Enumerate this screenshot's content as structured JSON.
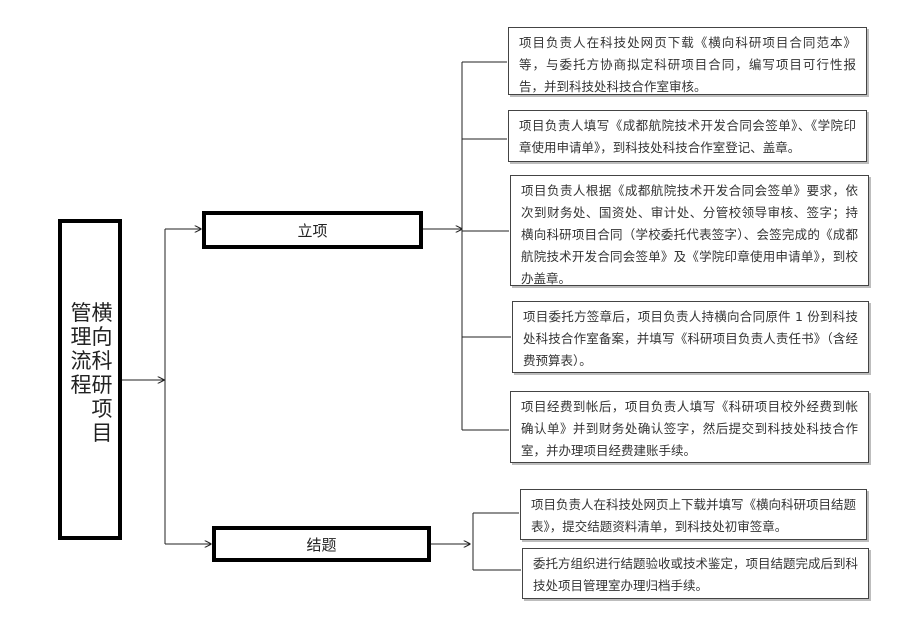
{
  "title": "横向科研项目管理流程",
  "phases": [
    {
      "label": "立项",
      "steps": [
        "项目负责人在科技处网页下载《横向科研项目合同范本》等，与委托方协商拟定科研项目合同，编写项目可行性报告，并到科技处科技合作室审核。",
        "项目负责人填写《成都航院技术开发合同会签单》、《学院印章使用申请单》，到科技处科技合作室登记、盖章。",
        "项目负责人根据《成都航院技术开发合同会签单》要求，依次到财务处、国资处、审计处、分管校领导审核、签字；持横向科研项目合同（学校委托代表签字）、会签完成的《成都航院技术开发合同会签单》及《学院印章使用申请单》，到校办盖章。",
        "项目委托方签章后，项目负责人持横向合同原件 1 份到科技处科技合作室备案，并填写《科研项目负责人责任书》（含经费预算表）。",
        "项目经费到帐后，项目负责人填写《科研项目校外经费到帐确认单》并到财务处确认签字，然后提交到科技处科技合作室，并办理项目经费建账手续。"
      ]
    },
    {
      "label": "结题",
      "steps": [
        "项目负责人在科技处网页上下载并填写《横向科研项目结题表》，提交结题资料清单，到科技处初审签章。",
        "委托方组织进行结题验收或技术鉴定，项目结题完成后到科技处项目管理室办理归档手续。"
      ]
    }
  ]
}
